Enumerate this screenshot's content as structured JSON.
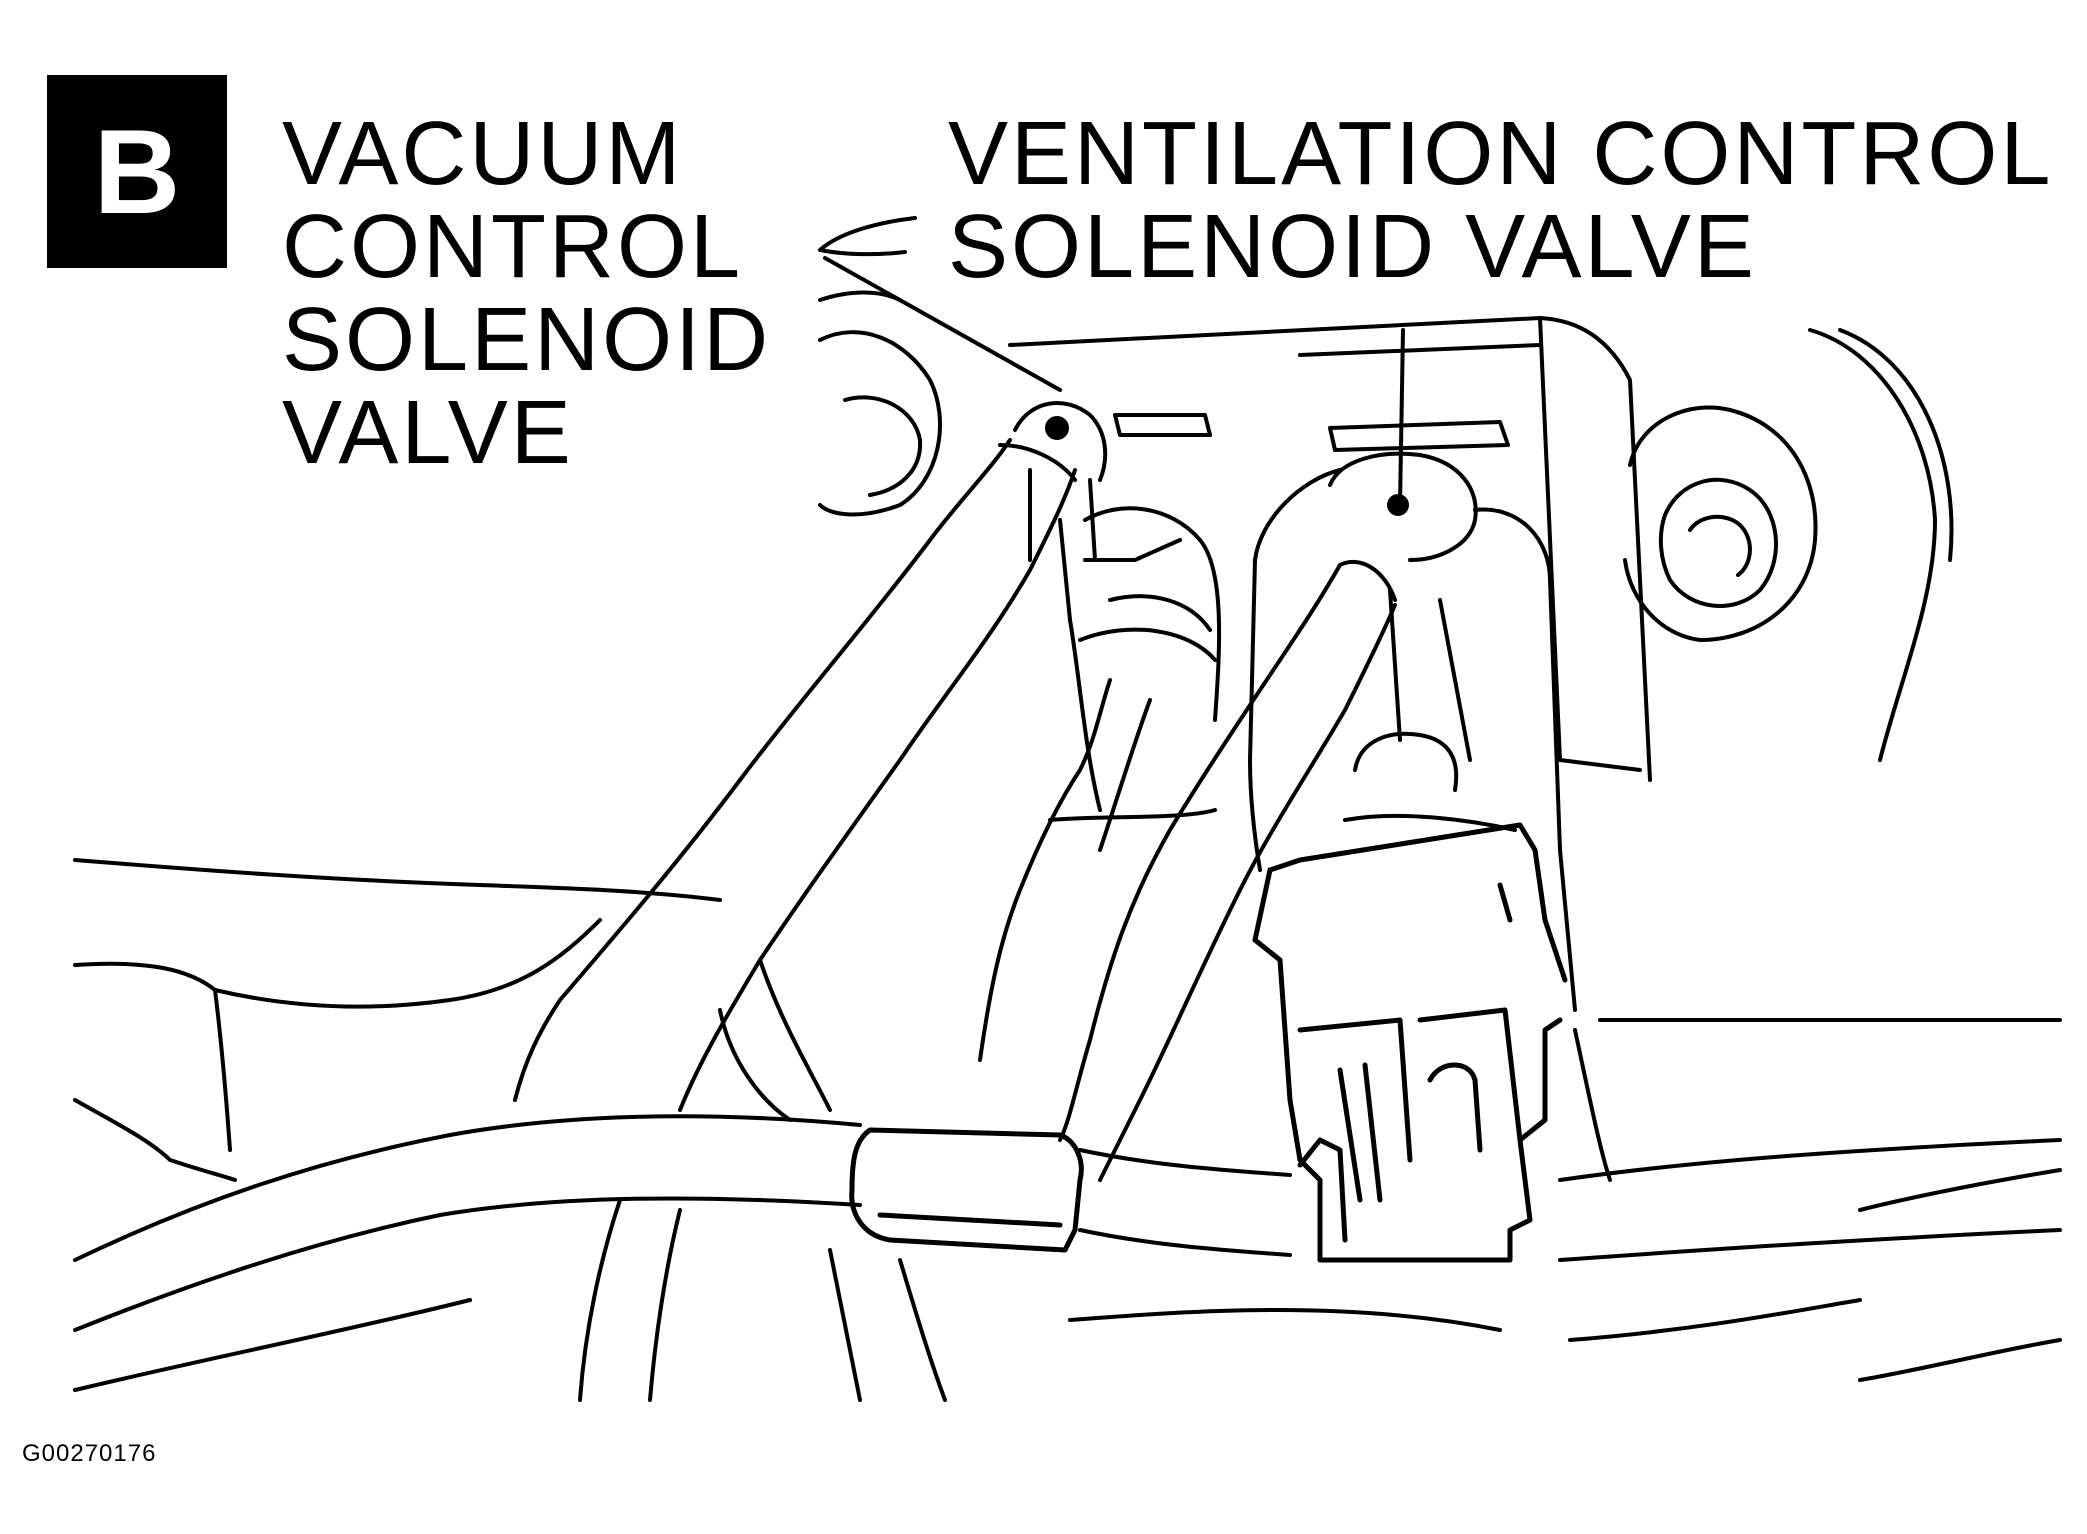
{
  "badge": {
    "letter": "B"
  },
  "labels": {
    "vacuum": [
      "VACUUM",
      "CONTROL",
      "SOLENOID",
      "VALVE"
    ],
    "ventilation": [
      "VENTILATION CONTROL",
      "SOLENOID  VALVE"
    ]
  },
  "figure_id": "G00270176",
  "colors": {
    "ink": "#000000",
    "paper": "#ffffff"
  }
}
